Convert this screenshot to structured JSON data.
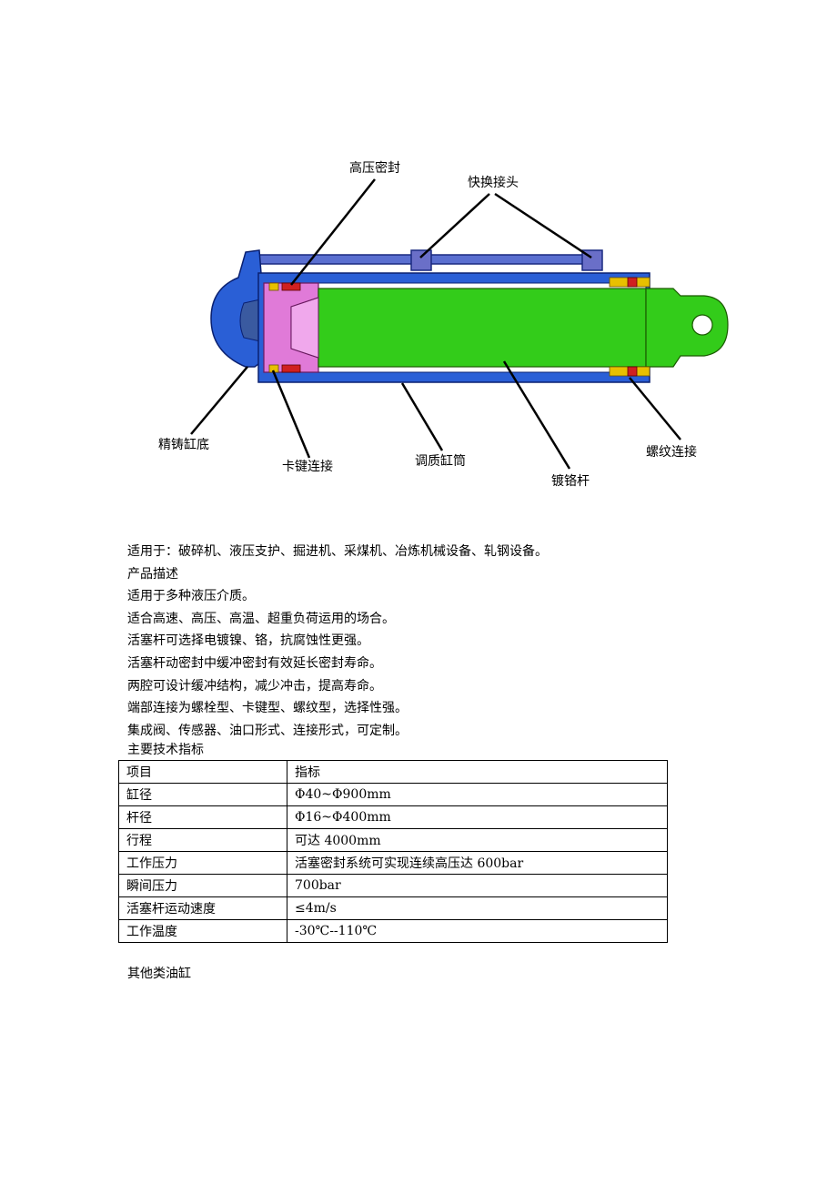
{
  "diagram": {
    "labels": {
      "high_pressure_seal": "高压密封",
      "quick_connector": "快换接头",
      "cast_base": "精铸缸底",
      "key_connection": "卡键连接",
      "tempered_barrel": "调质缸筒",
      "chrome_rod": "镀铬杆",
      "thread_connection": "螺纹连接"
    },
    "colors": {
      "barrel_blue": "#2a5fd6",
      "rod_green": "#33cc1a",
      "piston_pink": "#e07ad8",
      "seal_yellow": "#e8c000",
      "seal_red": "#d02020",
      "line_black": "#000000"
    }
  },
  "application": "适用于：破碎机、液压支护、掘进机、采煤机、冶炼机械设备、轧钢设备。",
  "description": {
    "heading": "产品描述",
    "items": [
      "适用于多种液压介质。",
      "适合高速、高压、高温、超重负荷运用的场合。",
      "活塞杆可选择电镀镍、铬，抗腐蚀性更强。",
      "活塞杆动密封中缓冲密封有效延长密封寿命。",
      "两腔可设计缓冲结构，减少冲击，提高寿命。",
      "端部连接为螺栓型、卡键型、螺纹型，选择性强。",
      "集成阀、传感器、油口形式、连接形式，可定制。"
    ]
  },
  "specs": {
    "title": "主要技术指标",
    "header": [
      "项目",
      "指标"
    ],
    "rows": [
      [
        "缸径",
        "Φ40~Φ900mm"
      ],
      [
        "杆径",
        "Φ16~Φ400mm"
      ],
      [
        "行程",
        "可达 4000mm"
      ],
      [
        "工作压力",
        "活塞密封系统可实现连续高压达 600bar"
      ],
      [
        "瞬间压力",
        "700bar"
      ],
      [
        "活塞杆运动速度",
        "≤4m/s"
      ],
      [
        "工作温度",
        "-30℃--110℃"
      ]
    ]
  },
  "other_title": "其他类油缸"
}
